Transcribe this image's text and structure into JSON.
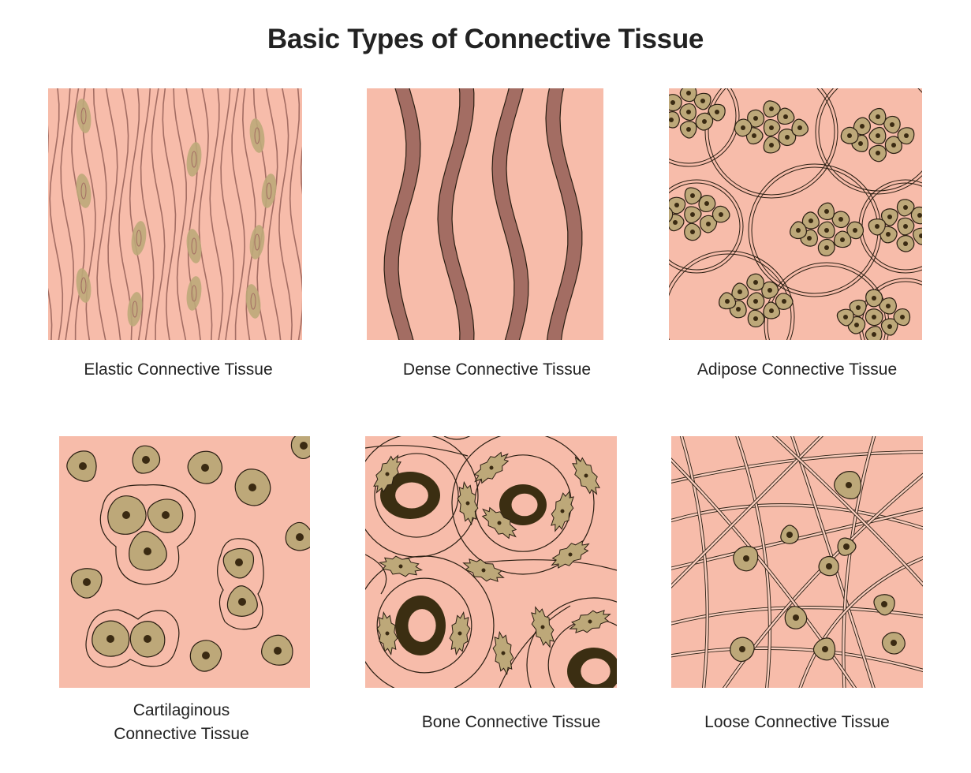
{
  "title": "Basic Types of Connective Tissue",
  "colors": {
    "background": "#ffffff",
    "tissue": "#f7bcaa",
    "cell": "#bda879",
    "nucleus": "#3a2a12",
    "fiber_dark": "#a36d63",
    "bone_ring": "#3b2e12",
    "outline": "#2a1e12"
  },
  "panels": [
    {
      "id": "elastic",
      "label_lines": [
        "Elastic Connective Tissue"
      ]
    },
    {
      "id": "dense",
      "label_lines": [
        "Dense Connective Tissue"
      ]
    },
    {
      "id": "adipose",
      "label_lines": [
        "Adipose Connective Tissue"
      ]
    },
    {
      "id": "cartilaginous",
      "label_lines": [
        "Cartilaginous",
        "Connective Tissue"
      ]
    },
    {
      "id": "bone",
      "label_lines": [
        "Bone Connective Tissue"
      ]
    },
    {
      "id": "loose",
      "label_lines": [
        "Loose Connective Tissue"
      ]
    }
  ]
}
